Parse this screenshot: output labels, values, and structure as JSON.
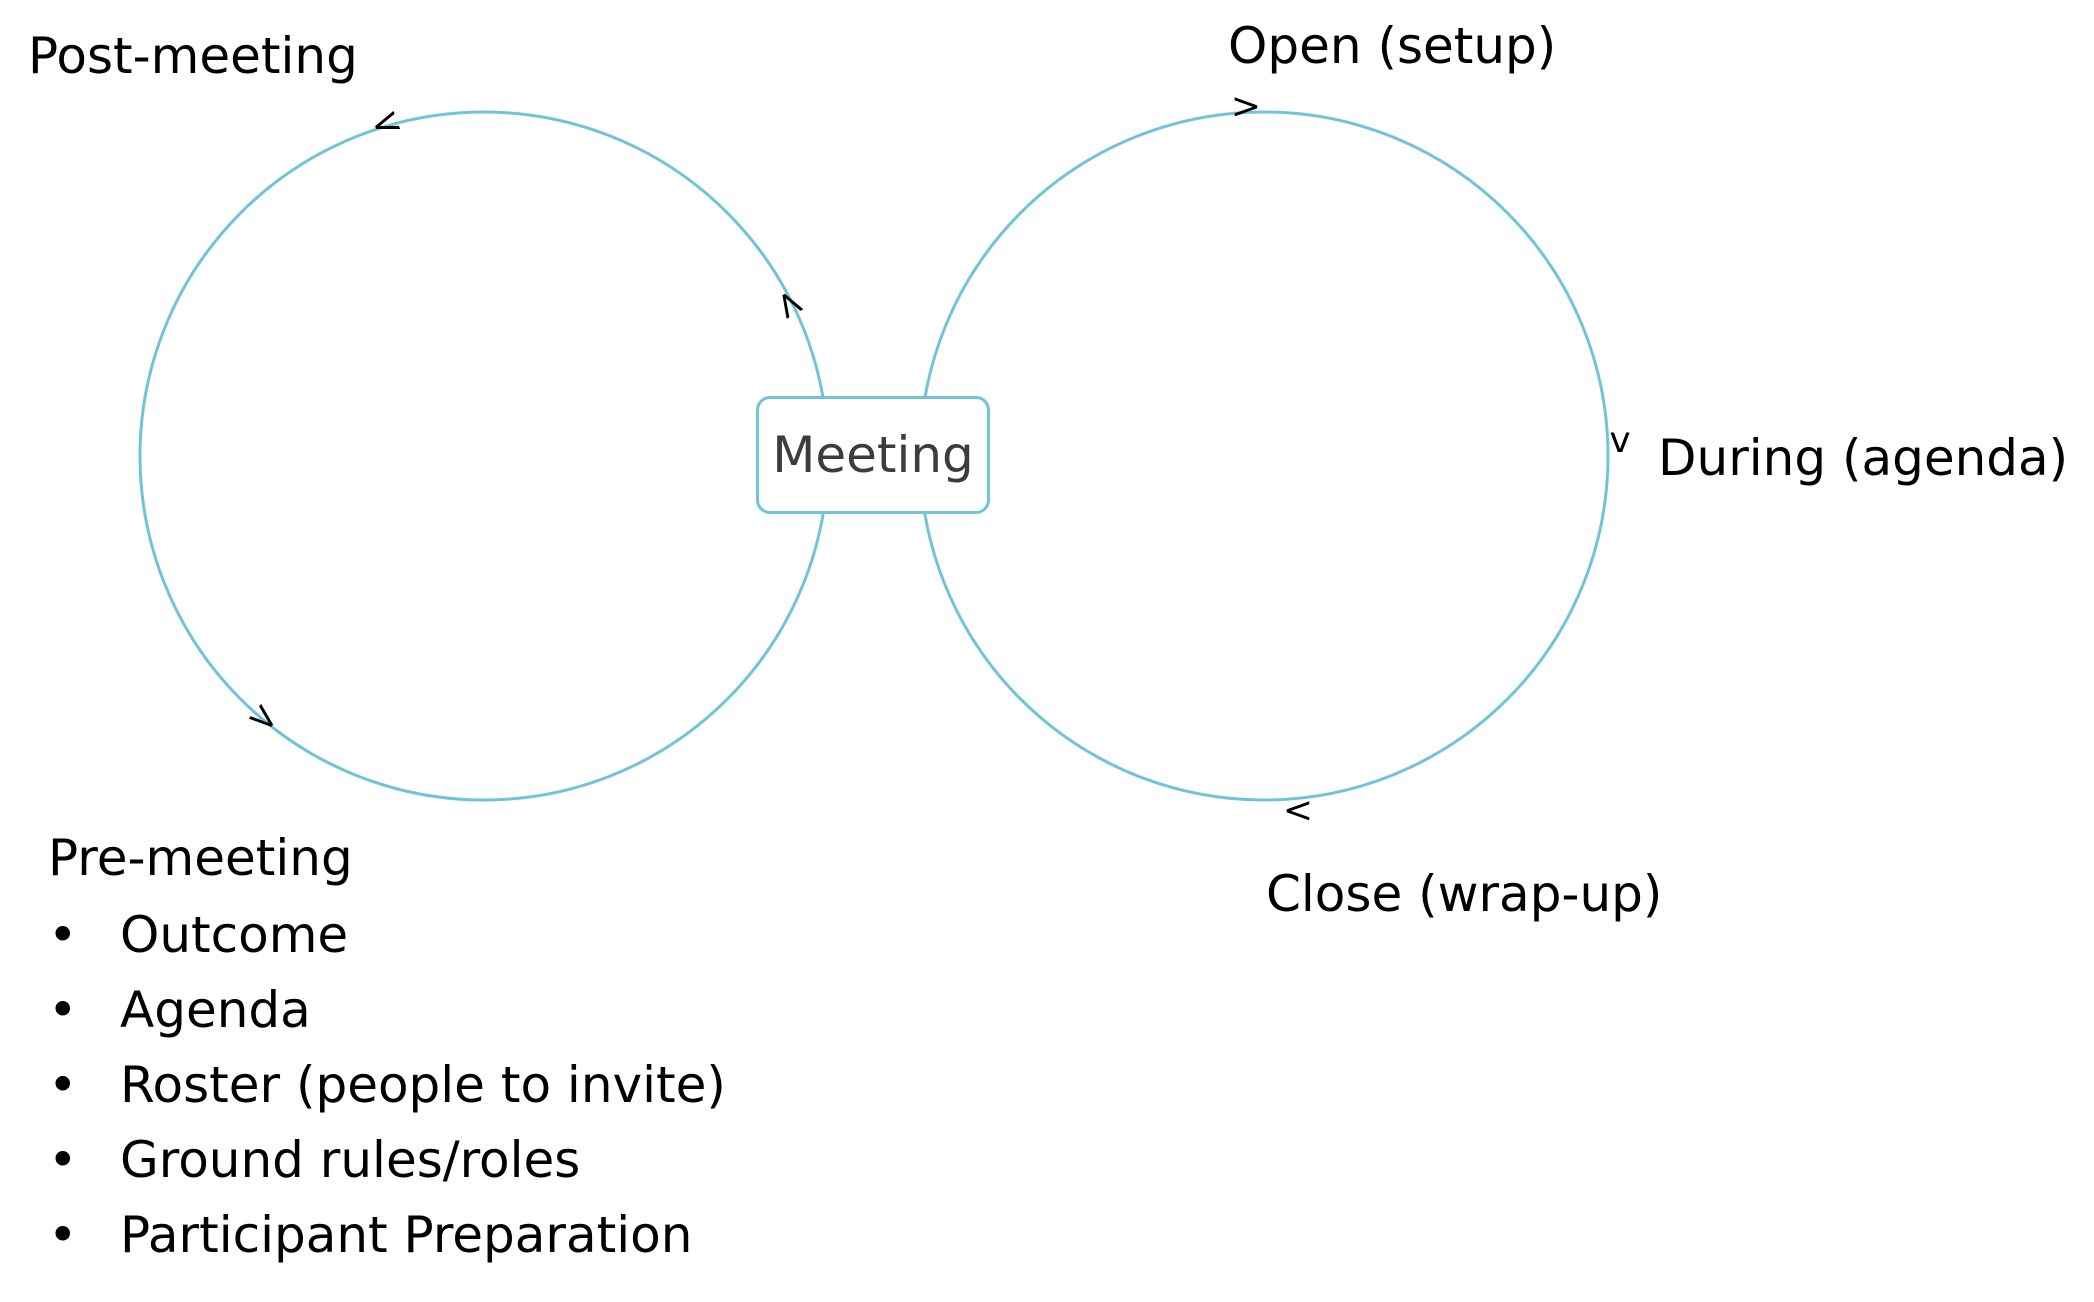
{
  "diagram": {
    "center": {
      "label": "Meeting"
    },
    "left_cycle": {
      "top_label": "Post-meeting",
      "bottom_label": "Pre-meeting",
      "bottom_items": [
        "Outcome",
        "Agenda",
        "Roster (people to invite)",
        "Ground rules/roles",
        "Participant Preparation"
      ]
    },
    "right_cycle": {
      "top_label": "Open (setup)",
      "right_label": "During (agenda)",
      "bottom_label": "Close (wrap-up)"
    },
    "arrow_glyphs": {
      "left": "<",
      "right": ">",
      "down": "v"
    },
    "colors": {
      "loop_stroke": "#70C4D8",
      "node_border": "#70C4D8",
      "text": "#000000",
      "center_text": "#3c3c3c",
      "background": "#ffffff"
    }
  }
}
